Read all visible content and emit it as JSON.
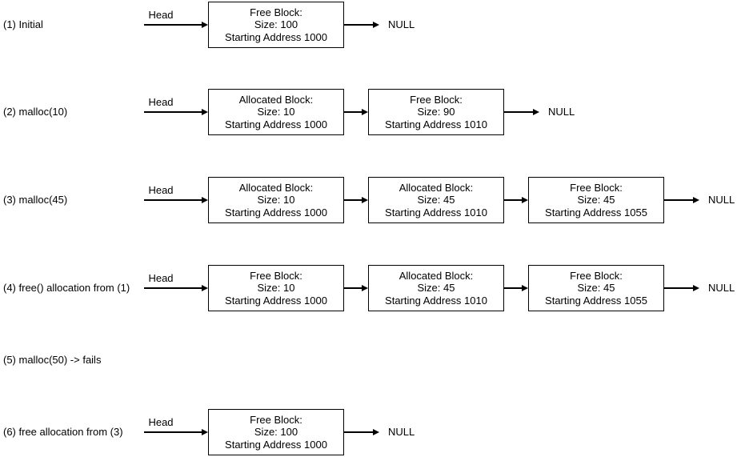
{
  "diagram": {
    "colors": {
      "line": "#000000",
      "text": "#000000",
      "box_bg": "#ffffff",
      "background": "#ffffff"
    },
    "head_label": "Head",
    "rows": [
      {
        "label": "(1) Initial",
        "has_head": true,
        "terminator": "NULL",
        "blocks": [
          {
            "lines": [
              "Free Block:",
              "Size: 100",
              "Starting Address 1000"
            ]
          }
        ]
      },
      {
        "label": "(2) malloc(10)",
        "has_head": true,
        "terminator": "NULL",
        "blocks": [
          {
            "lines": [
              "Allocated Block:",
              "Size: 10",
              "Starting Address 1000"
            ]
          },
          {
            "lines": [
              "Free Block:",
              "Size: 90",
              "Starting Address 1010"
            ]
          }
        ]
      },
      {
        "label": "(3) malloc(45)",
        "has_head": true,
        "terminator": "NULL",
        "blocks": [
          {
            "lines": [
              "Allocated Block:",
              "Size: 10",
              "Starting Address 1000"
            ]
          },
          {
            "lines": [
              "Allocated Block:",
              "Size: 45",
              "Starting Address 1010"
            ]
          },
          {
            "lines": [
              "Free Block:",
              "Size: 45",
              "Starting Address 1055"
            ]
          }
        ]
      },
      {
        "label": "(4) free() allocation from (1)",
        "has_head": true,
        "terminator": "NULL",
        "blocks": [
          {
            "lines": [
              "Free Block:",
              "Size: 10",
              "Starting Address 1000"
            ]
          },
          {
            "lines": [
              "Allocated Block:",
              "Size: 45",
              "Starting Address 1010"
            ]
          },
          {
            "lines": [
              "Free Block:",
              "Size: 45",
              "Starting Address 1055"
            ]
          }
        ]
      },
      {
        "label": "(5) malloc(50) -> fails",
        "has_head": false,
        "terminator": null,
        "blocks": []
      },
      {
        "label": "(6) free allocation from (3)",
        "has_head": true,
        "terminator": "NULL",
        "blocks": [
          {
            "lines": [
              "Free Block:",
              "Size: 100",
              "Starting Address 1000"
            ]
          }
        ]
      }
    ]
  }
}
